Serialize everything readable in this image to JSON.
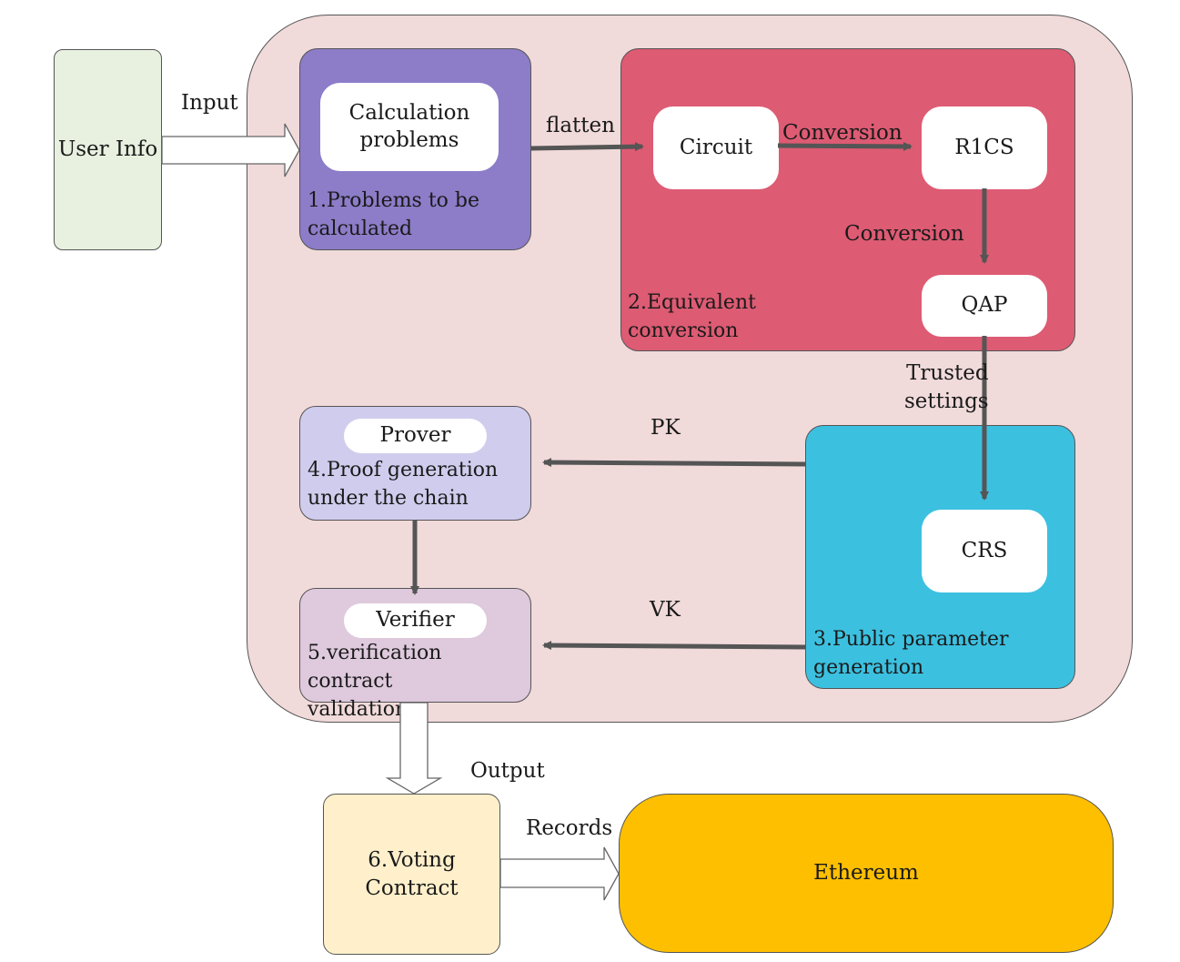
{
  "input_box": {
    "label": "User Info"
  },
  "edges": {
    "input": "Input",
    "flatten": "flatten",
    "conversion_1": "Conversion",
    "conversion_2": "Conversion",
    "trusted_settings": "Trusted\nsettings",
    "pk": "PK",
    "vk": "VK",
    "output": "Output",
    "records": "Records"
  },
  "stage1": {
    "node": "Calculation\nproblems",
    "caption": "1.Problems to be\ncalculated"
  },
  "stage2": {
    "circuit": "Circuit",
    "r1cs": "R1CS",
    "qap": "QAP",
    "caption": "2.Equivalent\n conversion"
  },
  "stage3": {
    "crs": "CRS",
    "caption": "3.Public parameter\ngeneration"
  },
  "stage4": {
    "node": "Prover",
    "caption": "4.Proof generation\nunder the chain"
  },
  "stage5": {
    "node": "Verifier",
    "caption": "5.verification contract\nvalidation"
  },
  "stage6": {
    "label": "6.Voting\nContract"
  },
  "ledger": {
    "label": "Ethereum"
  },
  "colors": {
    "outer": "#f1dada",
    "stage1": "#8d7cc8",
    "stage2": "#dd5b73",
    "stage3": "#3cc0e0",
    "stage4": "#d0cced",
    "stage5": "#dec9dd",
    "stage6": "#fff0cb",
    "ledger": "#fdbf00",
    "user": "#e8f0df",
    "arrow": "#555555"
  }
}
